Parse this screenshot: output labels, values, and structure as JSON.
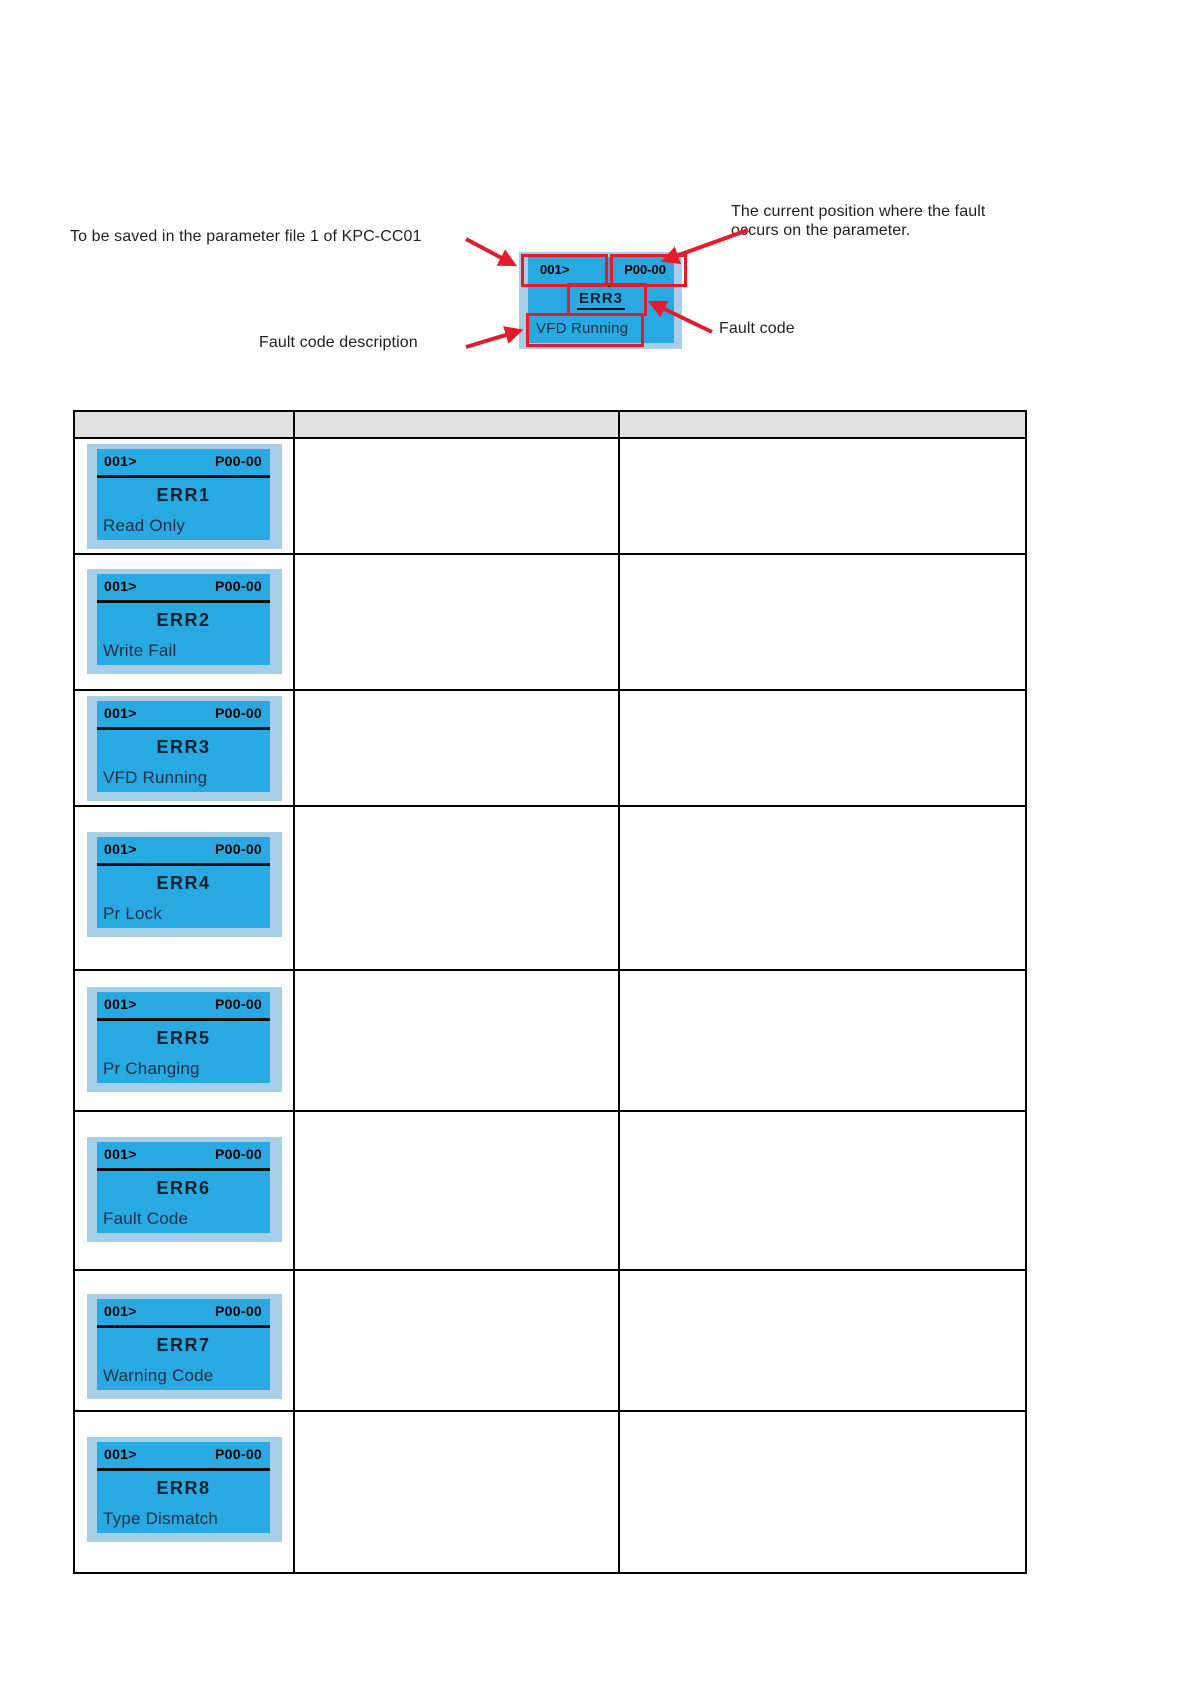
{
  "diagram": {
    "save_note": "To be saved in the parameter file 1 of KPC-CC01",
    "position_note": "The current position where the fault occurs on the parameter.",
    "fault_code_label": "Fault code",
    "fault_desc_label": "Fault code description",
    "display": {
      "file_no": "001>",
      "param": "P00-00",
      "code": "ERR3",
      "description": "VFD Running"
    }
  },
  "colors": {
    "lcd_cyan": "#29a9e1",
    "lcd_frame": "#a8cfe8",
    "annotation_red": "#e51a2b",
    "header_gray": "#e2e2e2",
    "text_dark": "#231f20"
  },
  "table": {
    "header_cells": [
      "",
      "",
      ""
    ],
    "rows": [
      {
        "file_no": "001>",
        "param": "P00-00",
        "code": "ERR1",
        "description": "Read Only"
      },
      {
        "file_no": "001>",
        "param": "P00-00",
        "code": "ERR2",
        "description": "Write Fail"
      },
      {
        "file_no": "001>",
        "param": "P00-00",
        "code": "ERR3",
        "description": "VFD Running"
      },
      {
        "file_no": "001>",
        "param": "P00-00",
        "code": "ERR4",
        "description": "Pr Lock"
      },
      {
        "file_no": "001>",
        "param": "P00-00",
        "code": "ERR5",
        "description": "Pr Changing"
      },
      {
        "file_no": "001>",
        "param": "P00-00",
        "code": "ERR6",
        "description": "Fault Code"
      },
      {
        "file_no": "001>",
        "param": "P00-00",
        "code": "ERR7",
        "description": "Warning Code"
      },
      {
        "file_no": "001>",
        "param": "P00-00",
        "code": "ERR8",
        "description": "Type Dismatch"
      }
    ]
  }
}
